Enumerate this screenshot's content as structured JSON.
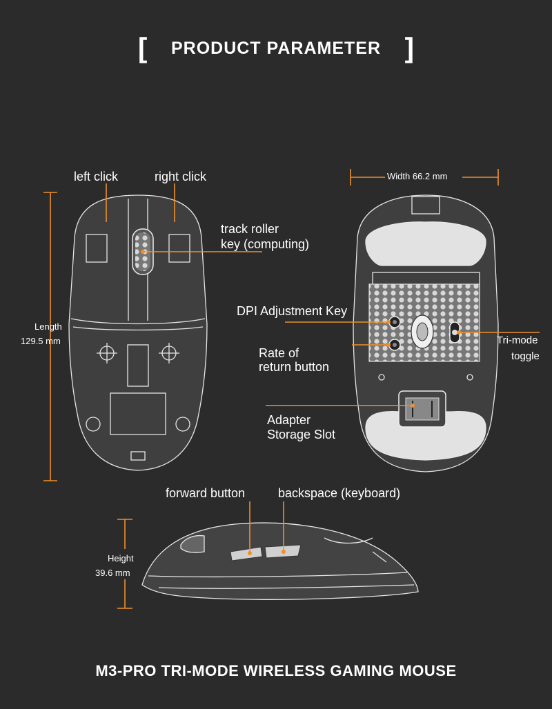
{
  "header": {
    "title": "PRODUCT PARAMETER",
    "bracket_left": "[",
    "bracket_right": "]"
  },
  "top_view": {
    "left_click": "left click",
    "right_click": "right click",
    "track_roller_line1": "track roller",
    "track_roller_line2": "key (computing)",
    "length_label": "Length",
    "length_value": "129.5 mm"
  },
  "bottom_view": {
    "width_label": "Width 66.2 mm",
    "dpi_key": "DPI Adjustment Key",
    "rate_line1": "Rate of",
    "rate_line2": "return button",
    "trimode_line1": "Tri-mode",
    "trimode_line2": "toggle",
    "adapter_line1": "Adapter",
    "adapter_line2": "Storage Slot"
  },
  "side_view": {
    "forward_button": "forward button",
    "backspace_button": "backspace (keyboard)",
    "height_label": "Height",
    "height_value": "39.6 mm"
  },
  "footer": {
    "product_name": "M3-PRO TRI-MODE WIRELESS GAMING MOUSE"
  },
  "colors": {
    "background": "#2b2b2b",
    "accent": "#f0902a",
    "outline": "#e8e8e8",
    "text": "#ffffff"
  }
}
